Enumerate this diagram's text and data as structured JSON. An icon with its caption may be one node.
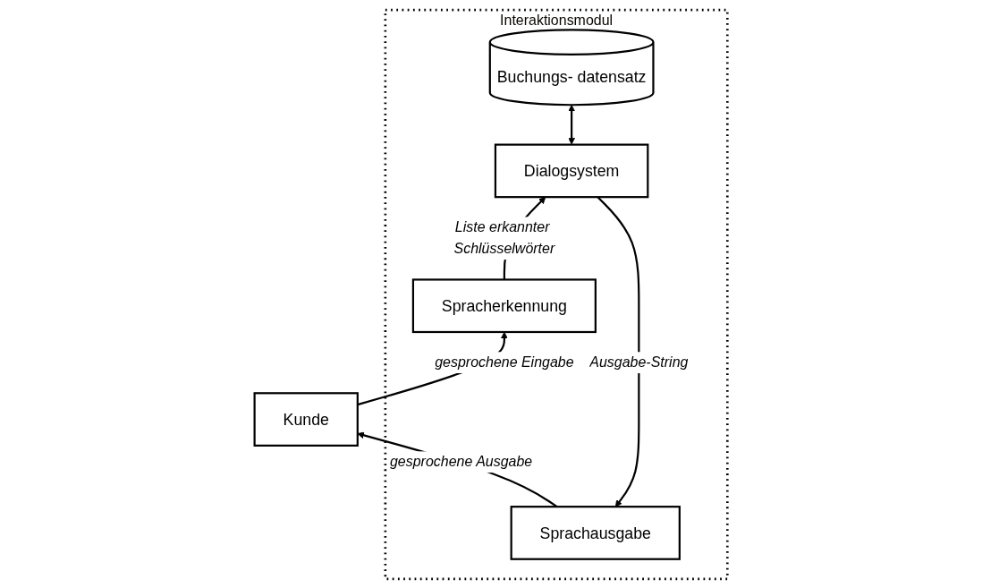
{
  "diagram": {
    "nodes": [
      {
        "text": [
          "Interaktionsmodul"
        ]
      },
      {
        "text": [
          "Sprachausgabe"
        ],
        "in": 0
      },
      {
        "text": [
          "Dialogsystem"
        ],
        "in": 0
      },
      {
        "text": [
          "Buchungs- datensatz"
        ],
        "in": 0
      },
      {
        "text": [
          "Spracherkennung"
        ],
        "in": 0
      },
      {
        "text": [
          "Kunde"
        ]
      }
    ],
    "edges": [
      {
        "from": 1,
        "to": 5,
        "arrow": "to",
        "label": "gesprochene Ausgabe"
      },
      {
        "from": 5,
        "to": 4,
        "arrow": "to",
        "label": "gesprochene Eingabe"
      },
      {
        "from": 4,
        "to": 2,
        "arrow": "to",
        "label": "Liste erkannter Schlüsselwörter"
      },
      {
        "from": 2,
        "to": 1,
        "arrow": "to",
        "label": "Ausgabe-String"
      },
      {
        "from": 2,
        "to": 3,
        "arrow": "both"
      }
    ]
  }
}
